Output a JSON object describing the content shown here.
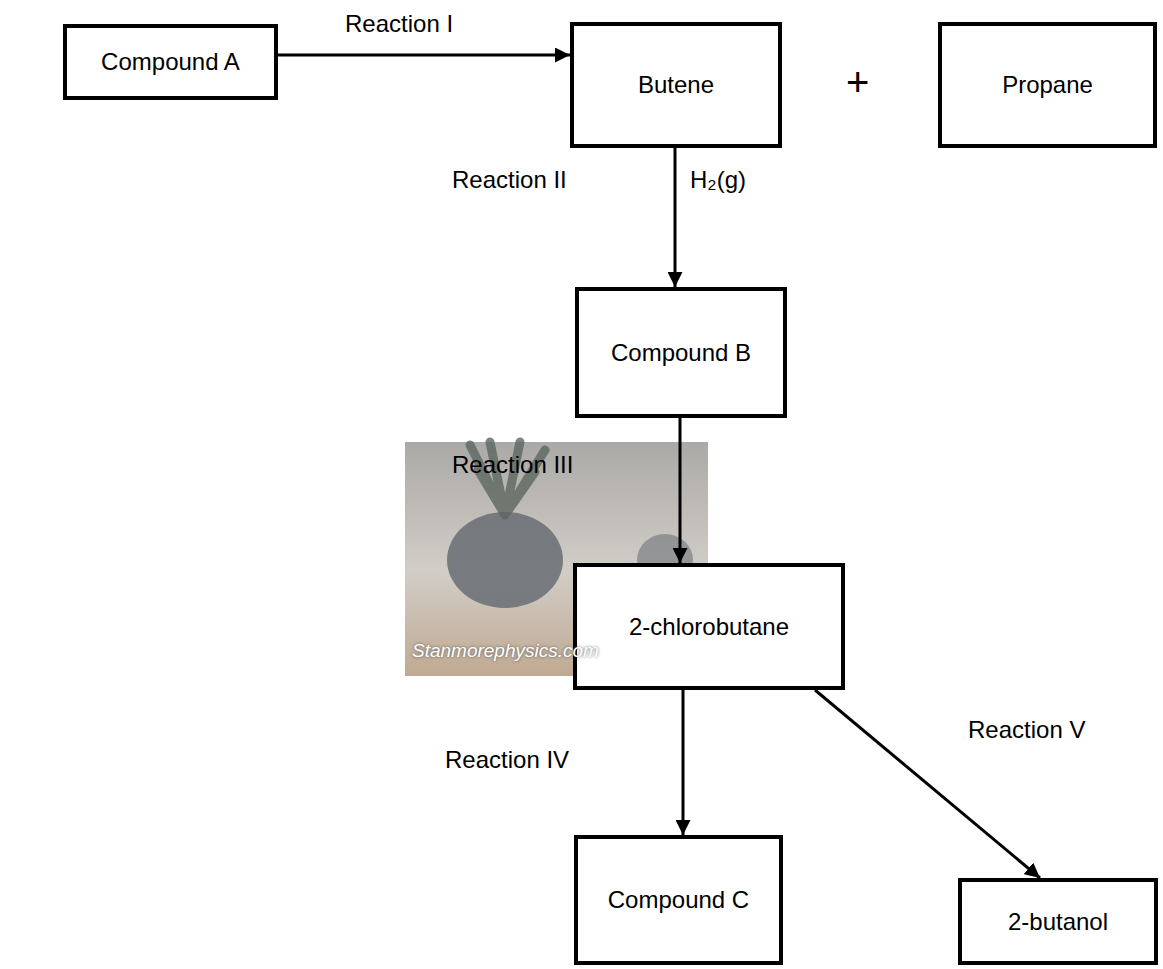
{
  "diagram": {
    "nodes": [
      {
        "text": [
          "Compound A"
        ]
      },
      {
        "text": [
          "Butene"
        ]
      },
      {
        "text": [
          "Propane"
        ]
      },
      {
        "text": [
          "Compound B"
        ]
      },
      {
        "text": [
          "2-chlorobutane"
        ]
      },
      {
        "text": [
          "Compound C"
        ]
      },
      {
        "text": [
          "2-butanol"
        ]
      }
    ],
    "edges": [
      {
        "from": 0,
        "to": 1,
        "arrow": "to",
        "label": "Reaction I"
      },
      {
        "from": 1,
        "to": 3,
        "arrow": "to",
        "label": "Reaction II"
      },
      {
        "from": 3,
        "to": 4,
        "arrow": "to",
        "label": "Reaction III"
      },
      {
        "from": 4,
        "to": 5,
        "arrow": "to",
        "label": "Reaction IV"
      },
      {
        "from": 4,
        "to": 6,
        "arrow": "to",
        "label": "Reaction V"
      }
    ],
    "labels": [
      "+",
      "H₂(g)",
      "Stanmorephysics.com"
    ]
  }
}
